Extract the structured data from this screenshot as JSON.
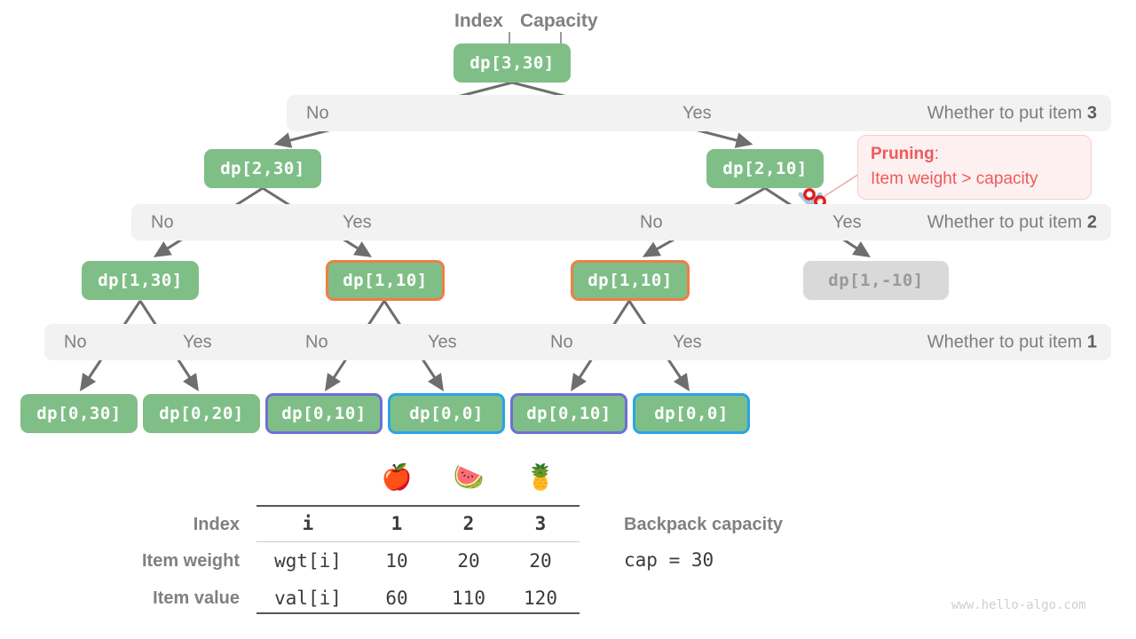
{
  "header": {
    "index_label": "Index",
    "capacity_label": "Capacity"
  },
  "levels": [
    {
      "no": "No",
      "yes": "Yes",
      "question": "Whether to put item ",
      "item": "3"
    },
    {
      "no": "No",
      "yes": "Yes",
      "question": "Whether to put item ",
      "item": "2"
    },
    {
      "no": "No",
      "yes": "Yes",
      "question": "Whether to put item ",
      "item": "1"
    }
  ],
  "level1_branches": {
    "no": "No",
    "yes": "Yes"
  },
  "level2_branches": {
    "no1": "No",
    "yes1": "Yes",
    "no2": "No",
    "yes2": "Yes"
  },
  "level3_branches": {
    "no1": "No",
    "yes1": "Yes",
    "no2": "No",
    "yes2": "Yes",
    "no3": "No",
    "yes3": "Yes"
  },
  "nodes": {
    "root": "dp[3,30]",
    "r1c0": "dp[2,30]",
    "r1c1": "dp[2,10]",
    "r2c0": "dp[1,30]",
    "r2c1": "dp[1,10]",
    "r2c2": "dp[1,10]",
    "r2c3": "dp[1,-10]",
    "r3c0": "dp[0,30]",
    "r3c1": "dp[0,20]",
    "r3c2": "dp[0,10]",
    "r3c3": "dp[0,0]",
    "r3c4": "dp[0,10]",
    "r3c5": "dp[0,0]"
  },
  "pruning": {
    "title": "Pruning",
    "colon": ":",
    "body": "Item weight > capacity"
  },
  "table": {
    "fruits": [
      "🍎",
      "🍉",
      "🍍"
    ],
    "row_labels": [
      "Index",
      "Item weight",
      "Item value"
    ],
    "first_col": [
      "i",
      "wgt[i]",
      "val[i]"
    ],
    "rows": [
      [
        "1",
        "2",
        "3"
      ],
      [
        "10",
        "20",
        "20"
      ],
      [
        "60",
        "110",
        "120"
      ]
    ]
  },
  "capacity": {
    "title": "Backpack capacity",
    "code": "cap = 30"
  },
  "watermark": "www.hello-algo.com",
  "colors": {
    "node_green": "#7fbf87",
    "node_dim": "#d9d9d9",
    "border_orange": "#ef7f45",
    "border_purple": "#6f6fd4",
    "border_blue": "#2aa3e8",
    "bar_bg": "#f2f2f2",
    "arrow_gray": "#6e6e6e",
    "pruning_red": "#ef5a5a"
  }
}
